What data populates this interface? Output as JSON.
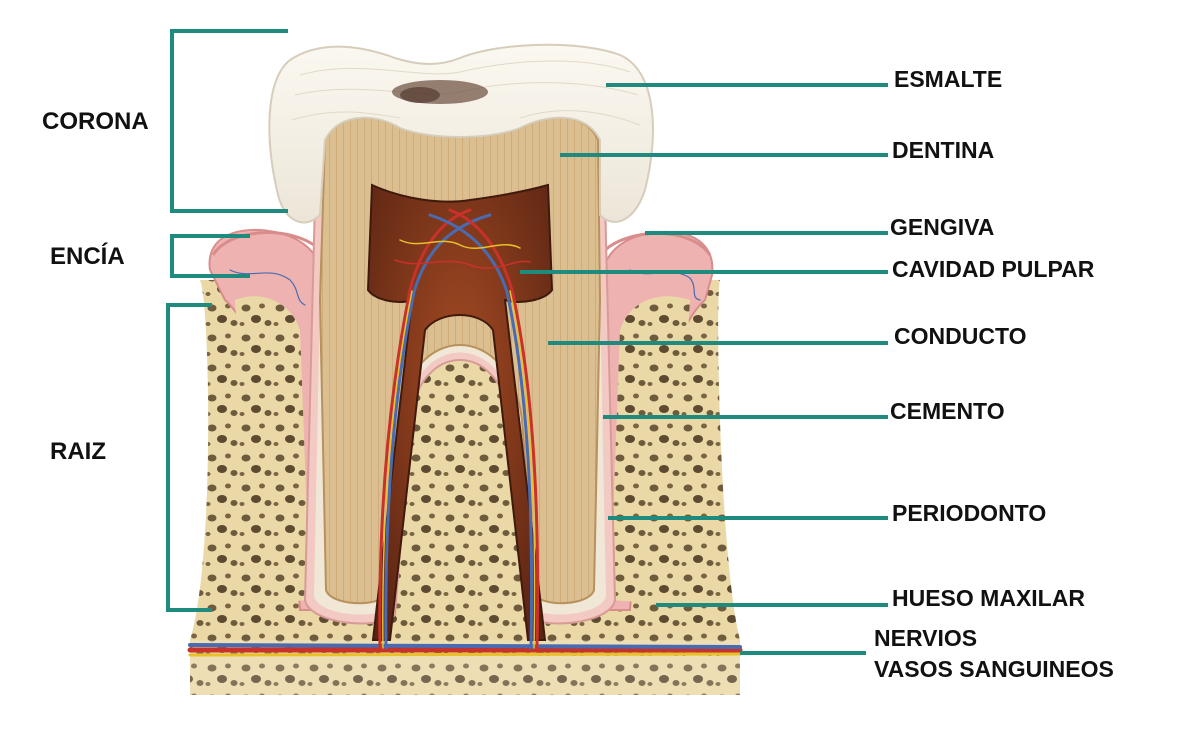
{
  "colors": {
    "leader": "#1f8a7e",
    "enamel": "#f5f1e8",
    "dentin": "#d9b98a",
    "pulp": "#6b2e1c",
    "gum": "#e9a6a4",
    "bone": "#e9d9a8",
    "vessel_red": "#c8322a",
    "vessel_blue": "#4a6bb0",
    "nerve_yellow": "#e8c02a"
  },
  "region_labels": {
    "corona": "CORONA",
    "encia": "ENCÍA",
    "raiz": "RAIZ"
  },
  "part_labels": {
    "esmalte": "ESMALTE",
    "dentina": "DENTINA",
    "gengiva": "GENGIVA",
    "cavidad_pulpar": "CAVIDAD PULPAR",
    "conducto": "CONDUCTO",
    "cemento": "CEMENTO",
    "periodonto": "PERIODONTO",
    "hueso_maxilar": "HUESO MAXILAR",
    "nervios": "NERVIOS",
    "vasos": "VASOS SANGUINEOS"
  },
  "icons": {
    "tooth": "molar-cross-section-icon"
  }
}
